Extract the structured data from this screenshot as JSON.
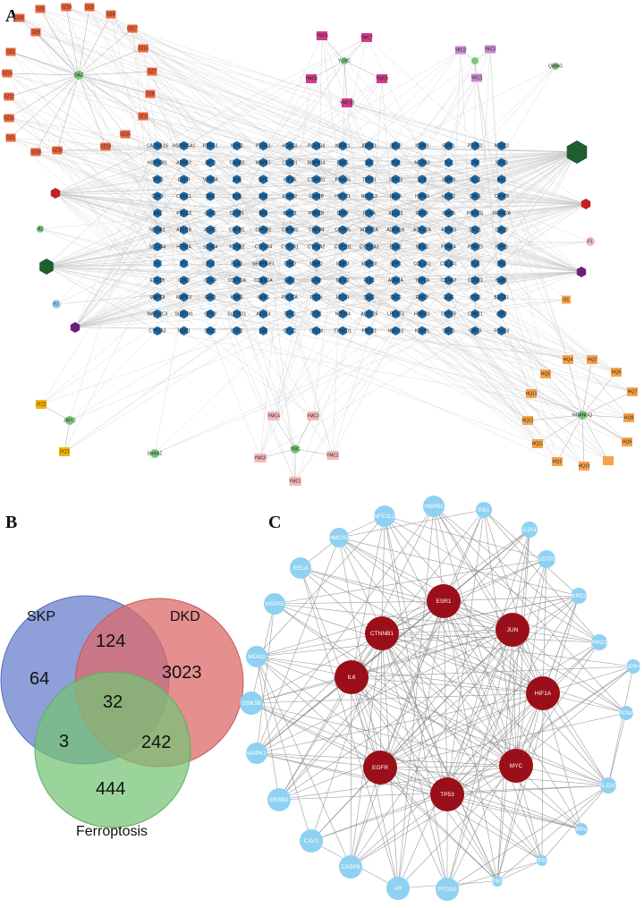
{
  "panels": {
    "a": {
      "letter": "A"
    },
    "b": {
      "letter": "B"
    },
    "c": {
      "letter": "C"
    }
  },
  "network_a": {
    "colors": {
      "target": "#1b6aa8",
      "DZ": "#f0643c",
      "YMC_magenta": "#d23c8c",
      "YMC_pink": "#f4b8b8",
      "YKC": "#c98ad0",
      "HQ": "#f7a24a",
      "JYZ": "#f5b400",
      "herb": "#7ac77a",
      "hub_green": "#1f5e2e",
      "hub_red": "#c41e1e",
      "hub_purple": "#6b1f7a",
      "ingredient_blue": "#9fd0f0",
      "ingredient_pink": "#f4b6c8",
      "edge": "#c8c8c8"
    },
    "dz_labels": [
      "DZ6",
      "DZ5",
      "DZ10",
      "DZ3",
      "DZ4",
      "DZ17",
      "DZ9",
      "DZ13",
      "DZ2",
      "DZ7",
      "DZ14",
      "DZ8",
      "DZ12",
      "DZ11",
      "DZ16",
      "DZ15",
      "DZ1",
      "DZ18",
      "DZ19",
      "DZ20"
    ],
    "dz_herb": "DAZ",
    "ymc_top": [
      "YMC6",
      "YMC7",
      "YMC8",
      "YMC9",
      "YMC10"
    ],
    "ymc_bottom": [
      "YMC4",
      "YMC3",
      "YMC5",
      "YMC2",
      "YMC1"
    ],
    "ykc": [
      "YKC2",
      "YKC3",
      "YKC1"
    ],
    "herbs": [
      "YUXC",
      "QIANG",
      "SHANZ",
      "JINYZ",
      "YMC",
      "HUANGQ"
    ],
    "jyz": [
      "JYZ2",
      "JYZ1"
    ],
    "hq": [
      "HQ4",
      "HQ2",
      "HQ5",
      "HQ6",
      "HQ13",
      "HQ7",
      "HQ12",
      "HQ8",
      "HQ11",
      "HQ9",
      "HQ1",
      "HQ10"
    ],
    "side_nodes": [
      "A1",
      "E1",
      "F1",
      "G1",
      "I1"
    ],
    "target_rows": [
      [
        "CACNA1S",
        "HSP90AA1",
        "PTGS2",
        "NOS2",
        "PTGS1",
        "HDAC2",
        "PLA2G4",
        "NR3C1",
        "ADRB1",
        "SELP",
        "ICAM1",
        "MMP1",
        "PTGS2",
        "NR3C2"
      ],
      [
        "HSP90B1",
        "ADRB2",
        "AKT1",
        "CASP3",
        "MAPK1",
        "CCND1",
        "MAPK14",
        "ESR1",
        "AR",
        "PGR",
        "NCOA2",
        "IL6",
        "TNF",
        "NOS3"
      ],
      [
        "TP53",
        "EGFR",
        "VEGFA",
        "JUN",
        "MYC",
        "HIF1A",
        "CTNNB1",
        "PPARG",
        "TGFB1",
        "STAT3",
        "IL1B",
        "MMP9",
        "BCL2",
        "BAX"
      ],
      [
        "CDK1",
        "CHEK1",
        "SRC",
        "FOS",
        "EGF",
        "ERBB2",
        "GSK3B",
        "HMOX1",
        "NFE2L2",
        "RELA",
        "HSPA5",
        "MDM2",
        "CAV1",
        "CASP8"
      ],
      [
        "AR2",
        "PTGS3",
        "GJA1",
        "GSTP1",
        "RB1",
        "BIRC5",
        "PRKCB",
        "DPP4",
        "PCNA",
        "ALOX5",
        "RXRA",
        "IKBKB",
        "PIK3CG",
        "PRKACA"
      ],
      [
        "NCOA1",
        "ADH1B",
        "ACHE",
        "CHRM1",
        "CHRM2",
        "CHRM3",
        "CHRM4",
        "CHRM5",
        "ADRA1A",
        "ADRA1B",
        "ADRA2A",
        "ADRB3",
        "DRD1",
        "DRD2"
      ],
      [
        "SLC6A4",
        "HTR2A",
        "SCN5A",
        "KCNH2",
        "CYP3A4",
        "CYP1A1",
        "CYP1A2",
        "CYP1B1",
        "CYP19A1",
        "ESR2",
        "NR1I2",
        "PPARA",
        "PPARD",
        "RXRB"
      ],
      [
        "F2",
        "F7",
        "F10",
        "PLAU",
        "SERPINE1",
        "THBD",
        "MMP2",
        "MMP3",
        "MMP10",
        "SPP1",
        "COL1A1",
        "COL3A1",
        "ELN",
        "FN1"
      ],
      [
        "ESR1B",
        "CDK2",
        "CDK4",
        "CDKN1A",
        "CDKN2A",
        "E2F1",
        "E2F2",
        "MCM2",
        "PLK1",
        "AURKA",
        "TOP2A",
        "CCNA2",
        "CCNB1",
        "BUB1"
      ],
      [
        "MAPK8",
        "MAPK3",
        "RAF1",
        "KRAS",
        "NRAS",
        "PIK3CA",
        "PTEN",
        "MTOR",
        "TSC1",
        "TSC2",
        "RHEB",
        "ULK1",
        "ATG5",
        "BECN1"
      ],
      [
        "MAP1LC3",
        "SQSTM1",
        "GPX4",
        "SLC7A11",
        "ACSL4",
        "TFRC",
        "FTH1",
        "NCOA4",
        "ALOX15",
        "LPCAT3",
        "HMGB1",
        "DPP4B",
        "CHAC1",
        "ATF3"
      ],
      [
        "CYP1A3",
        "NQO1",
        "SOD1",
        "SOD2",
        "CAT",
        "GCLC",
        "GCLM",
        "TXNRD1",
        "PRDX1",
        "HMOX2",
        "KEAP1",
        "SIRT1",
        "SIRT3",
        "FOXO3"
      ]
    ]
  },
  "venn": {
    "sets": [
      {
        "name": "SKP",
        "color": "#6a7fcc"
      },
      {
        "name": "DKD",
        "color": "#dc6a6a"
      },
      {
        "name": "Ferroptosis",
        "color": "#74c474"
      }
    ],
    "regions": {
      "skp_only": "64",
      "dkd_only": "3023",
      "ferro_only": "444",
      "skp_dkd": "124",
      "skp_ferro": "3",
      "dkd_ferro": "242",
      "all_three": "32"
    }
  },
  "ppi": {
    "hub_color": "#9b0f1a",
    "outer_color": "#8fd1f2",
    "edge_color": "#8a8a8a",
    "hubs": [
      "ESR1",
      "CTNNB1",
      "JUN",
      "IL6",
      "HIF1A",
      "EGFR",
      "MYC",
      "TP53"
    ],
    "outer": [
      "HSPB1",
      "RB1",
      "NFE2L2",
      "GJA1",
      "HMOX1",
      "GSTP1",
      "RELA",
      "BIRC5",
      "HSPA5",
      "PRKCB",
      "MDM2",
      "DPP4",
      "GSK3B",
      "PCNA",
      "MAPK1",
      "ALOX5",
      "ERBB2",
      "RPu",
      "CAV1",
      "TP53I",
      "CASP8",
      "IPEP",
      "AR",
      "PTGS2"
    ]
  }
}
